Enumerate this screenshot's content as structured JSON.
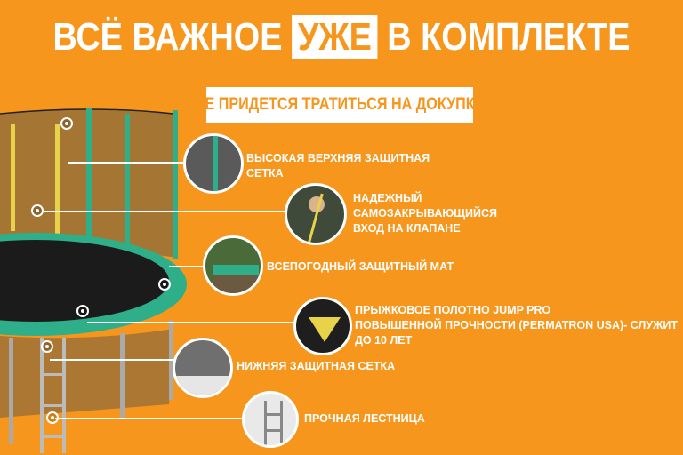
{
  "banner": {
    "title_before": "ВСЁ ВАЖНОЕ",
    "title_highlight": "УЖЕ",
    "title_after": "В КОМПЛЕКТЕ",
    "subtitle": "НЕ ПРИДЕТСЯ ТРАТИТЬСЯ НА ДОКУПКИ"
  },
  "features": [
    {
      "label": "ВЫСОКАЯ ВЕРХНЯЯ ЗАЩИТНАЯ\nСЕТКА"
    },
    {
      "label": "НАДЕЖНЫЙ\nСАМОЗАКРЫВАЮЩИЙСЯ\nВХОД НА КЛАПАНЕ"
    },
    {
      "label": "ВСЕПОГОДНЫЙ ЗАЩИТНЫЙ МАТ"
    },
    {
      "label": "ПРЫЖКОВОЕ ПОЛОТНО JUMP PRO\nПОВЫШЕННОЙ ПРОЧНОСТИ (PERMATRON USA)- СЛУЖИТ\nДО 10 ЛЕТ"
    },
    {
      "label": "НИЖНЯЯ ЗАЩИТНАЯ СЕТКА"
    },
    {
      "label": "ПРОЧНАЯ ЛЕСТНИЦА"
    }
  ],
  "colors": {
    "background": "#f7961d",
    "accent_green": "#2fae8a",
    "text": "#ffffff"
  }
}
